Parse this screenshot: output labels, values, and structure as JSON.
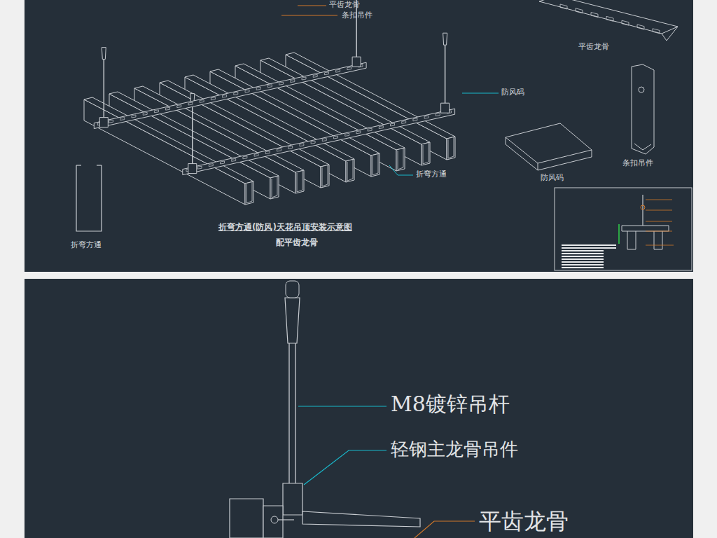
{
  "diagram": {
    "title": "折弯方通(防风)天花吊顶安装示意图",
    "caption": "配平齿龙骨",
    "labels": [
      "平齿龙骨",
      "条扣吊件",
      "防风码",
      "折弯方通",
      "平齿龙骨",
      "防风码",
      "条扣吊件",
      "折弯方通",
      "M8镀锌吊杆",
      "轻钢主龙骨吊件",
      "平齿龙骨"
    ]
  }
}
